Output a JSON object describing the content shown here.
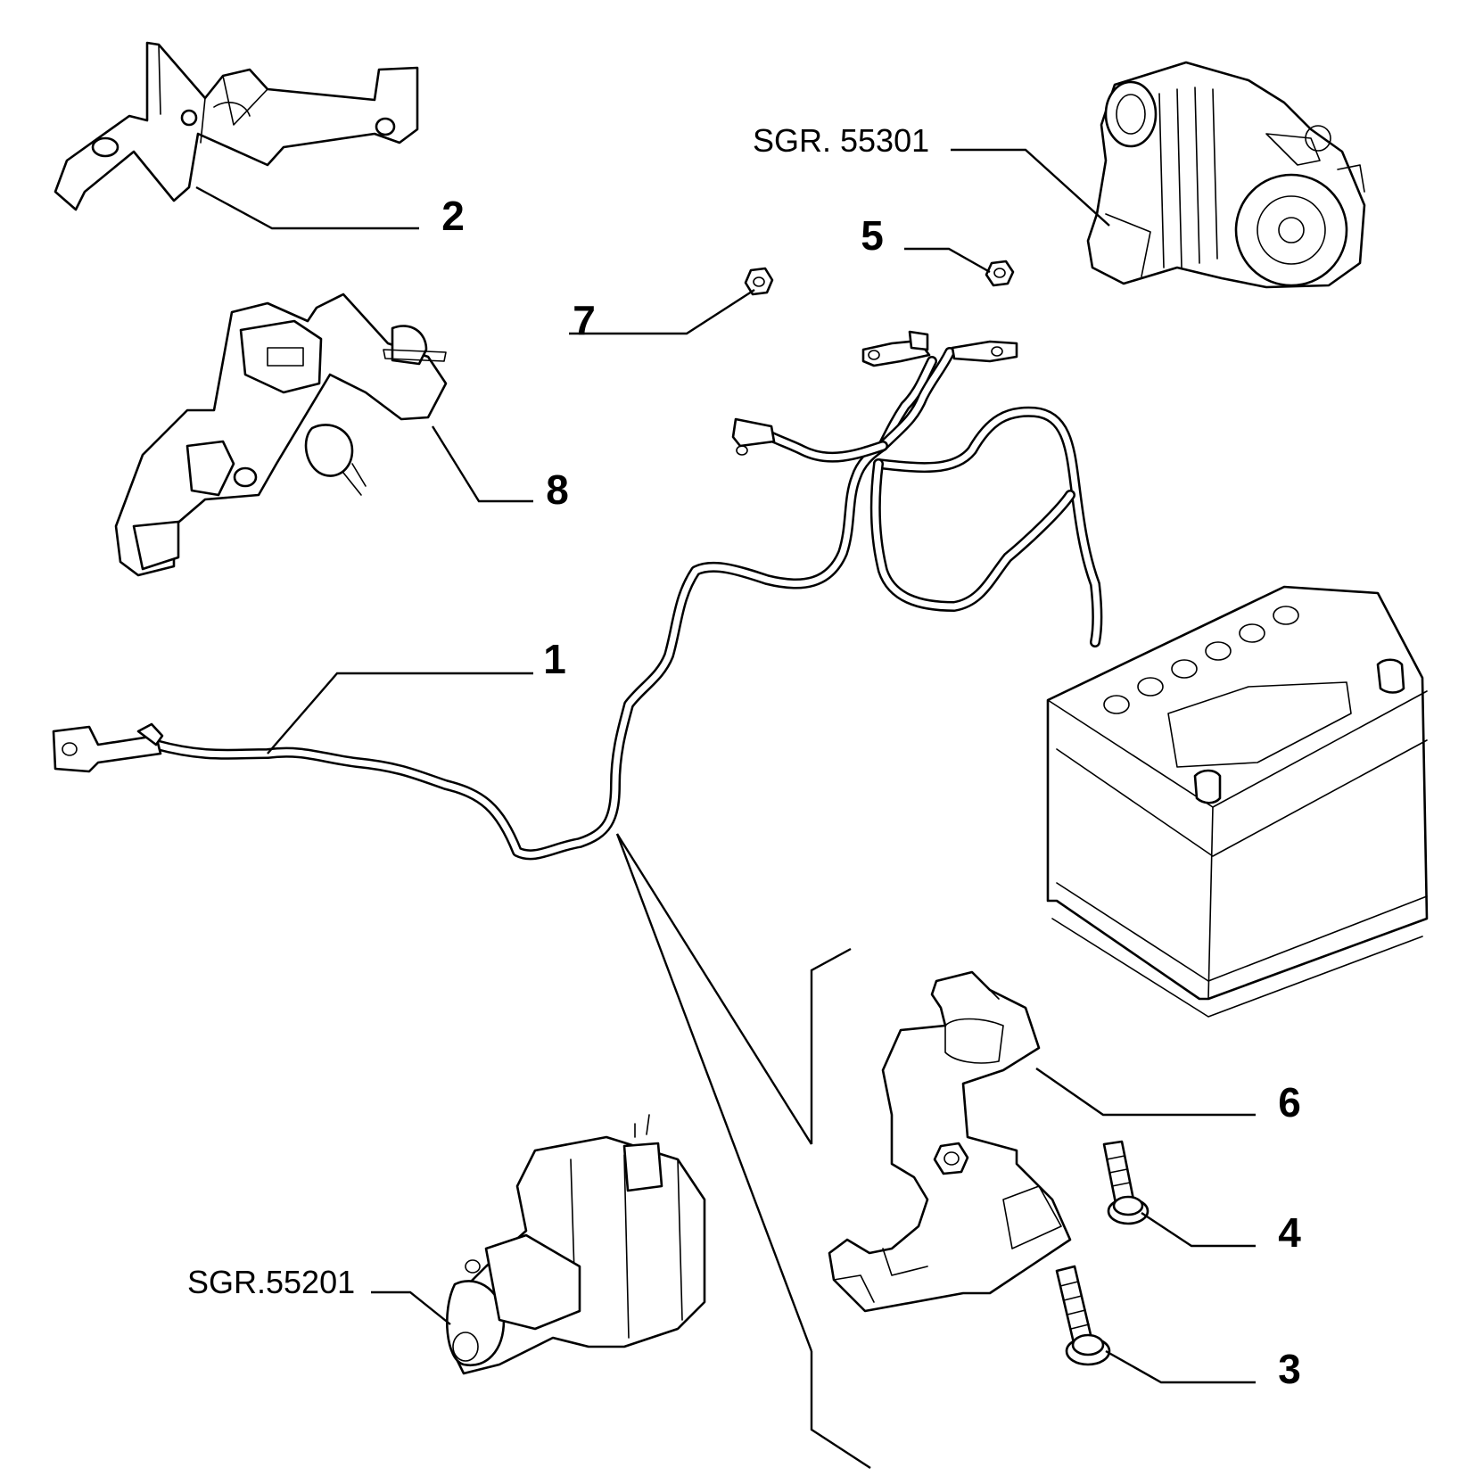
{
  "diagram": {
    "callouts": [
      {
        "id": "1",
        "text": "1"
      },
      {
        "id": "2",
        "text": "2"
      },
      {
        "id": "3",
        "text": "3"
      },
      {
        "id": "4",
        "text": "4"
      },
      {
        "id": "5",
        "text": "5"
      },
      {
        "id": "6",
        "text": "6"
      },
      {
        "id": "7",
        "text": "7"
      },
      {
        "id": "8",
        "text": "8"
      }
    ],
    "references": [
      {
        "id": "alternator",
        "text": "SGR. 55301"
      },
      {
        "id": "starter",
        "text": "SGR.55201"
      }
    ]
  }
}
